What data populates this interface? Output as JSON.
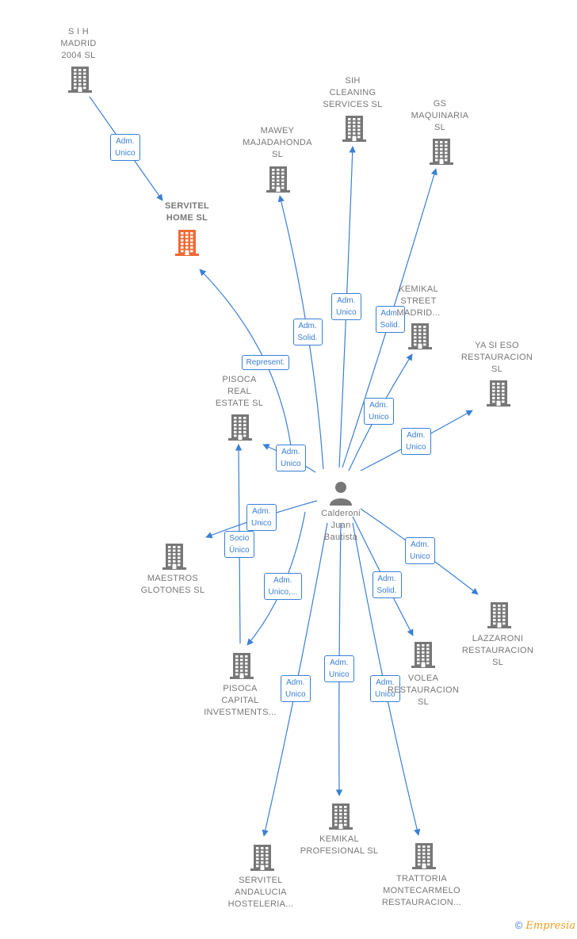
{
  "nodes": [
    {
      "id": "person",
      "type": "person",
      "label": "Calderoni\nJuan\nBautista"
    },
    {
      "id": "sih_madrid",
      "type": "company",
      "label": "S I H\nMADRID\n2004 SL"
    },
    {
      "id": "servitel_home",
      "type": "company",
      "focus": true,
      "label": "SERVITEL\nHOME  SL"
    },
    {
      "id": "mawey",
      "type": "company",
      "label": "MAWEY\nMAJADAHONDA\nSL"
    },
    {
      "id": "sih_cleaning",
      "type": "company",
      "label": "SIH\nCLEANING\nSERVICES  SL"
    },
    {
      "id": "gs_maquinaria",
      "type": "company",
      "label": "GS\nMAQUINARIA\nSL"
    },
    {
      "id": "kemikal_street",
      "type": "company",
      "label": "KEMIKAL\nSTREET\nMADRID..."
    },
    {
      "id": "ya_si_eso",
      "type": "company",
      "label": "YA SI ESO\nRESTAURACION\nSL"
    },
    {
      "id": "pisoca_real",
      "type": "company",
      "label": "PISOCA\nREAL\nESTATE  SL"
    },
    {
      "id": "maestros",
      "type": "company",
      "label": "MAESTROS\nGLOTONES  SL"
    },
    {
      "id": "lazzaroni",
      "type": "company",
      "label": "LAZZARONI\nRESTAURACION\nSL"
    },
    {
      "id": "volea",
      "type": "company",
      "label": "VOLEA\nRESTAURACION\nSL"
    },
    {
      "id": "pisoca_capital",
      "type": "company",
      "label": "PISOCA\nCAPITAL\nINVESTMENTS..."
    },
    {
      "id": "kemikal_prof",
      "type": "company",
      "label": "KEMIKAL\nPROFESIONAL SL"
    },
    {
      "id": "servitel_andalucia",
      "type": "company",
      "label": "SERVITEL\nANDALUCIA\nHOSTELERIA..."
    },
    {
      "id": "trattoria",
      "type": "company",
      "label": "TRATTORIA\nMONTECARMELO\nRESTAURACION..."
    }
  ],
  "edges": [
    {
      "from": "sih_madrid",
      "to": "servitel_home",
      "label": "Adm.\nUnico"
    },
    {
      "from": "person",
      "to": "servitel_home",
      "label": "Represent."
    },
    {
      "from": "person",
      "to": "mawey",
      "label": "Adm.\nSolid."
    },
    {
      "from": "person",
      "to": "sih_cleaning",
      "label": "Adm.\nUnico"
    },
    {
      "from": "person",
      "to": "gs_maquinaria",
      "label": "Adm.\nSolid."
    },
    {
      "from": "person",
      "to": "kemikal_street",
      "label": "Adm.\nUnico"
    },
    {
      "from": "person",
      "to": "ya_si_eso",
      "label": "Adm.\nUnico"
    },
    {
      "from": "person",
      "to": "pisoca_real",
      "label": "Adm.\nUnico"
    },
    {
      "from": "person",
      "to": "maestros",
      "label": "Adm.\nUnico"
    },
    {
      "from": "pisoca_capital",
      "to": "pisoca_real",
      "label": "Socio\nÚnico"
    },
    {
      "from": "person",
      "to": "pisoca_capital",
      "label": "Adm.\nUnico,..."
    },
    {
      "from": "person",
      "to": "lazzaroni",
      "label": "Adm.\nUnico"
    },
    {
      "from": "person",
      "to": "volea",
      "label": "Adm.\nSolid."
    },
    {
      "from": "person",
      "to": "servitel_andalucia",
      "label": "Adm.\nUnico"
    },
    {
      "from": "person",
      "to": "kemikal_prof",
      "label": "Adm.\nUnico"
    },
    {
      "from": "person",
      "to": "trattoria",
      "label": "Adm.\nUnico"
    }
  ],
  "colors": {
    "edge": "#3a7fd5",
    "company_icon": "#777777",
    "focus_icon": "#f06a35",
    "label_text": "#777777"
  },
  "watermark": {
    "symbol": "©",
    "text": "Empresia"
  }
}
